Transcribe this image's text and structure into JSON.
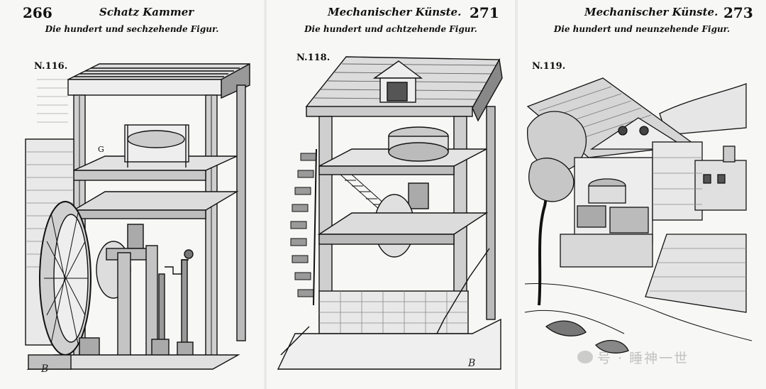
{
  "pages": [
    {
      "page_number": "266",
      "running_head": "Schatz Kammer",
      "figure_caption": "Die hundert und sechzehende Figur.",
      "figure_number": "N.116.",
      "signature": "B"
    },
    {
      "page_number": "271",
      "running_head": "Mechanischer Künste.",
      "figure_caption": "Die hundert und achtzehende Figur.",
      "figure_number": "N.118.",
      "signature": "B"
    },
    {
      "page_number": "273",
      "running_head": "Mechanischer Künste.",
      "figure_caption": "Die hundert und neunzehende Figur.",
      "figure_number": "N.119.",
      "signature": ""
    }
  ],
  "watermark": {
    "text": "号 · 睡神一世",
    "icon": "wechat-icon"
  },
  "colors": {
    "ink": "#111111",
    "paper": "#f7f7f5"
  }
}
